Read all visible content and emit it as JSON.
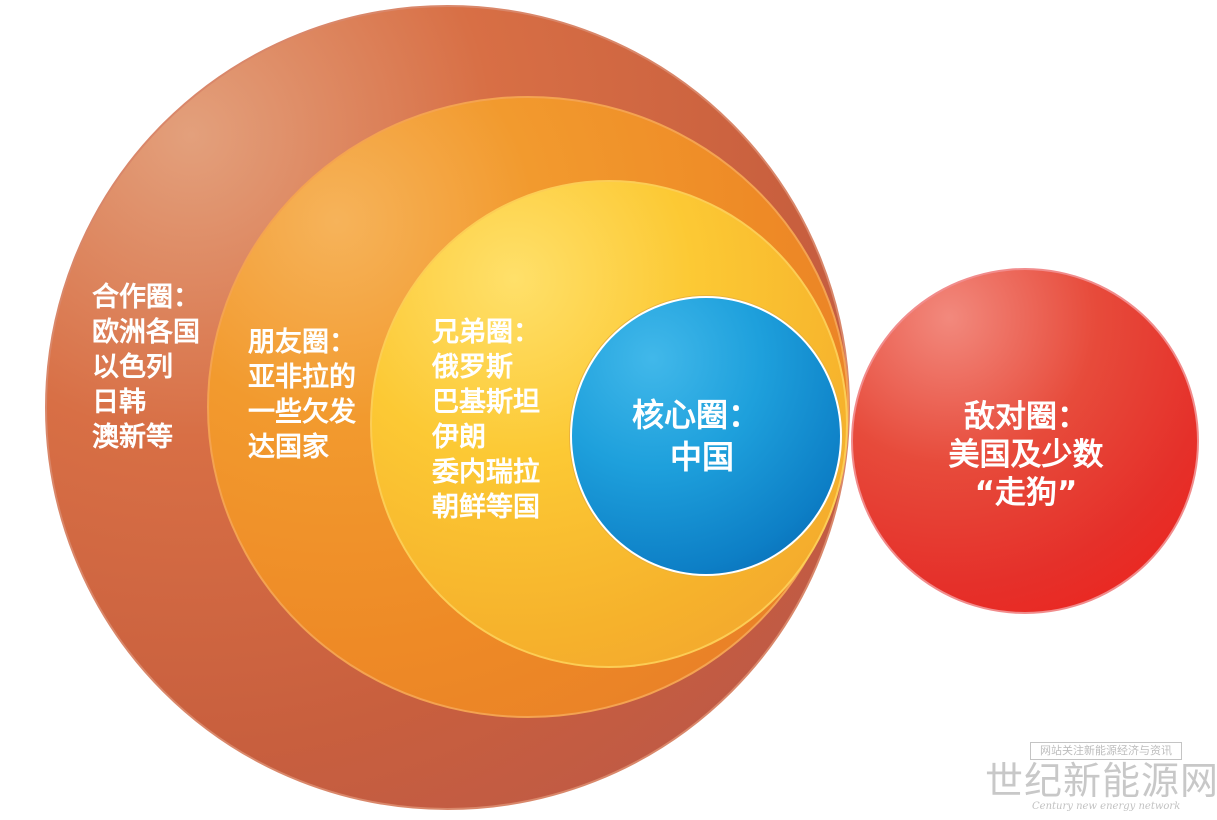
{
  "diagram": {
    "circles": [
      {
        "id": "cooperation",
        "title": "合作圈：",
        "lines": [
          "欧洲各国",
          "以色列",
          "日韩",
          "澳新等"
        ],
        "color": "#d86f45"
      },
      {
        "id": "friend",
        "title": "朋友圈：",
        "lines": [
          "亚非拉的",
          "一些欠发",
          "达国家"
        ],
        "color": "#f29a2e"
      },
      {
        "id": "brother",
        "title": "兄弟圈：",
        "lines": [
          "俄罗斯",
          "巴基斯坦",
          "伊朗",
          "委内瑞拉",
          "朝鲜等国"
        ],
        "color": "#fcc934"
      },
      {
        "id": "core",
        "title": "核心圈：",
        "lines": [
          "中国"
        ],
        "color": "#1ea0dc"
      },
      {
        "id": "enemy",
        "title": "敌对圈：",
        "lines": [
          "美国及少数",
          "“走狗”"
        ],
        "color": "#e5302a"
      }
    ]
  },
  "watermark": {
    "slogan": "网站关注新能源经济与资讯",
    "name": "世纪新能源网",
    "english": "Century new energy network"
  }
}
